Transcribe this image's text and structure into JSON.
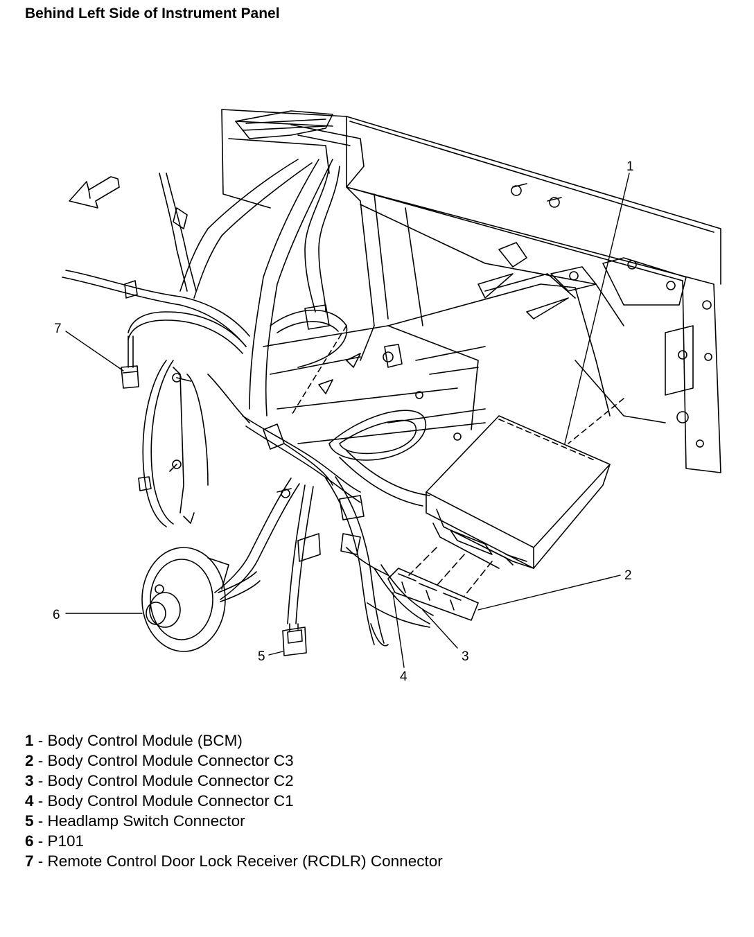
{
  "title": "Behind Left Side of Instrument Panel",
  "callouts": [
    "1",
    "2",
    "3",
    "4",
    "5",
    "6",
    "7"
  ],
  "legend": [
    {
      "num": "1",
      "label": " - Body Control Module (BCM)"
    },
    {
      "num": "2",
      "label": " - Body Control Module Connector C3"
    },
    {
      "num": "3",
      "label": " - Body Control Module Connector C2"
    },
    {
      "num": "4",
      "label": " - Body Control Module Connector C1"
    },
    {
      "num": "5",
      "label": " - Headlamp Switch Connector"
    },
    {
      "num": "6",
      "label": " - P101"
    },
    {
      "num": "7",
      "label": " - Remote Control Door Lock Receiver (RCDLR) Connector"
    }
  ]
}
